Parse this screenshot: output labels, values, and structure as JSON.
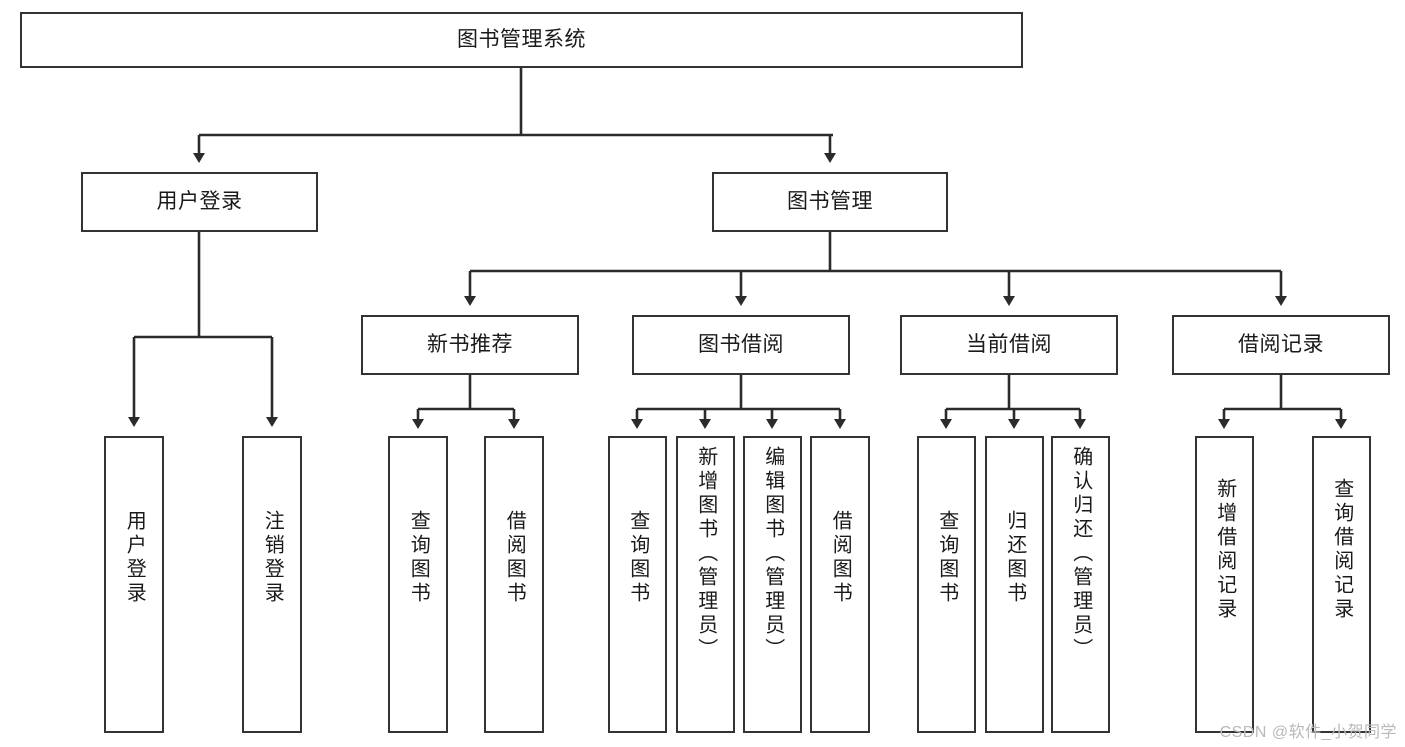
{
  "diagram": {
    "title": "图书管理系统",
    "watermark": "CSDN @软件_小贺同学",
    "colors": {
      "box_border": "#333333",
      "box_fill": "#ffffff",
      "connector": "#2b2b2b",
      "text": "#1a1a1a",
      "watermark": "#b9b9b9",
      "background": "#ffffff"
    },
    "nodes": {
      "root": {
        "label": "图书管理系统",
        "level": 0,
        "orientation": "horizontal"
      },
      "user_login": {
        "label": "用户登录",
        "level": 1,
        "orientation": "horizontal"
      },
      "book_manage": {
        "label": "图书管理",
        "level": 1,
        "orientation": "horizontal"
      },
      "new_book_rec": {
        "label": "新书推荐",
        "level": 2,
        "orientation": "horizontal"
      },
      "book_borrow": {
        "label": "图书借阅",
        "level": 2,
        "orientation": "horizontal"
      },
      "current_borrow": {
        "label": "当前借阅",
        "level": 2,
        "orientation": "horizontal"
      },
      "borrow_record": {
        "label": "借阅记录",
        "level": 2,
        "orientation": "horizontal"
      },
      "leaf_user_login": {
        "label": "用户登录",
        "level": 3,
        "orientation": "vertical"
      },
      "leaf_logout": {
        "label": "注销登录",
        "level": 3,
        "orientation": "vertical"
      },
      "leaf_query_book_1": {
        "label": "查询图书",
        "level": 3,
        "orientation": "vertical"
      },
      "leaf_borrow_book_1": {
        "label": "借阅图书",
        "level": 3,
        "orientation": "vertical"
      },
      "leaf_query_book_2": {
        "label": "查询图书",
        "level": 3,
        "orientation": "vertical"
      },
      "leaf_add_book": {
        "label": "新增图书（管理员）",
        "level": 3,
        "orientation": "vertical"
      },
      "leaf_edit_book": {
        "label": "编辑图书（管理员）",
        "level": 3,
        "orientation": "vertical"
      },
      "leaf_borrow_book_2": {
        "label": "借阅图书",
        "level": 3,
        "orientation": "vertical"
      },
      "leaf_query_book_3": {
        "label": "查询图书",
        "level": 3,
        "orientation": "vertical"
      },
      "leaf_return_book": {
        "label": "归还图书",
        "level": 3,
        "orientation": "vertical"
      },
      "leaf_confirm_return": {
        "label": "确认归还（管理员）",
        "level": 3,
        "orientation": "vertical"
      },
      "leaf_add_record": {
        "label": "新增借阅记录",
        "level": 3,
        "orientation": "vertical"
      },
      "leaf_query_record": {
        "label": "查询借阅记录",
        "level": 3,
        "orientation": "vertical"
      }
    },
    "edges": [
      {
        "from": "root",
        "to": "user_login"
      },
      {
        "from": "root",
        "to": "book_manage"
      },
      {
        "from": "book_manage",
        "to": "new_book_rec"
      },
      {
        "from": "book_manage",
        "to": "book_borrow"
      },
      {
        "from": "book_manage",
        "to": "current_borrow"
      },
      {
        "from": "book_manage",
        "to": "borrow_record"
      },
      {
        "from": "user_login",
        "to": "leaf_user_login"
      },
      {
        "from": "user_login",
        "to": "leaf_logout"
      },
      {
        "from": "new_book_rec",
        "to": "leaf_query_book_1"
      },
      {
        "from": "new_book_rec",
        "to": "leaf_borrow_book_1"
      },
      {
        "from": "book_borrow",
        "to": "leaf_query_book_2"
      },
      {
        "from": "book_borrow",
        "to": "leaf_add_book"
      },
      {
        "from": "book_borrow",
        "to": "leaf_edit_book"
      },
      {
        "from": "book_borrow",
        "to": "leaf_borrow_book_2"
      },
      {
        "from": "current_borrow",
        "to": "leaf_query_book_3"
      },
      {
        "from": "current_borrow",
        "to": "leaf_return_book"
      },
      {
        "from": "current_borrow",
        "to": "leaf_confirm_return"
      },
      {
        "from": "borrow_record",
        "to": "leaf_add_record"
      },
      {
        "from": "borrow_record",
        "to": "leaf_query_record"
      }
    ]
  }
}
